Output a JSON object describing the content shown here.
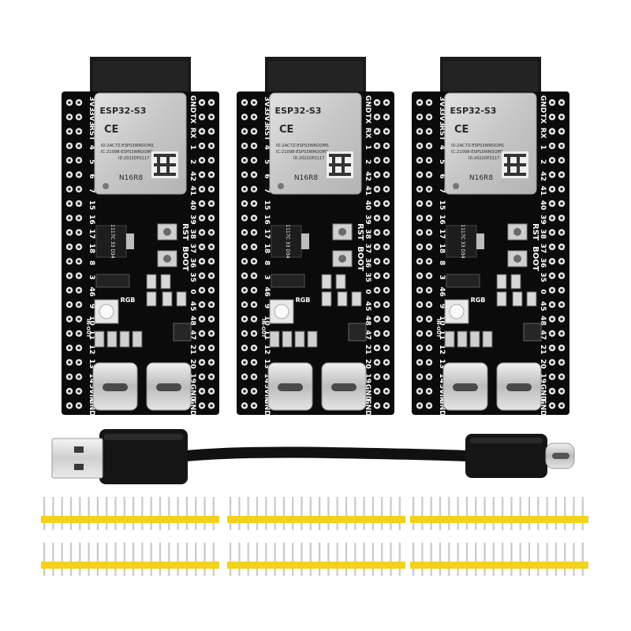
{
  "boards": [
    {
      "module_title": "ESP32-S3",
      "ce_mark": "CE",
      "module_line1": "ID:2AC7Z-ESPS3WROOM1",
      "module_line2": "IC:21098-ESPS3WROOM1",
      "module_line3": "ID:2022DP2117",
      "module_variant": "N16R8",
      "regulator_text": "1117C 33 D34",
      "label_rst": "RST",
      "label_boot": "BOOT",
      "label_rgb": "RGB",
      "label_in_out": "IN-OUT",
      "left_pins": [
        "3V3",
        "3V3",
        "RST",
        "4",
        "5",
        "6",
        "7",
        "15",
        "16",
        "17",
        "18",
        "8",
        "3",
        "46",
        "9",
        "10",
        "11",
        "12",
        "13",
        "14",
        "5Vin",
        "GND"
      ],
      "right_pins": [
        "GND",
        "TX",
        "RX",
        "1",
        "2",
        "42",
        "41",
        "40",
        "39",
        "38",
        "37",
        "36",
        "35",
        "0",
        "45",
        "48",
        "47",
        "21",
        "20",
        "19",
        "GND",
        "GND"
      ]
    },
    {
      "module_title": "ESP32-S3",
      "ce_mark": "CE",
      "module_line1": "ID:2AC7Z-ESPS3WROOM1",
      "module_line2": "IC:21098-ESPS3WROOM1",
      "module_line3": "ID:2022DP2117",
      "module_variant": "N16R8",
      "regulator_text": "1117C 33 D34",
      "label_rst": "RST",
      "label_boot": "BOOT",
      "label_rgb": "RGB",
      "label_in_out": "IN-OUT",
      "left_pins": [
        "3V3",
        "3V3",
        "RST",
        "4",
        "5",
        "6",
        "7",
        "15",
        "16",
        "17",
        "18",
        "8",
        "3",
        "46",
        "9",
        "10",
        "11",
        "12",
        "13",
        "14",
        "5Vin",
        "GND"
      ],
      "right_pins": [
        "GND",
        "TX",
        "RX",
        "1",
        "2",
        "42",
        "41",
        "40",
        "39",
        "38",
        "37",
        "36",
        "35",
        "0",
        "45",
        "48",
        "47",
        "21",
        "20",
        "19",
        "GND",
        "GND"
      ]
    },
    {
      "module_title": "ESP32-S3",
      "ce_mark": "CE",
      "module_line1": "ID:2AC7Z-ESPS3WROOM1",
      "module_line2": "IC:21098-ESPS3WROOM1",
      "module_line3": "ID:2022DP2117",
      "module_variant": "N16R8",
      "regulator_text": "1117C 33 D34",
      "label_rst": "RST",
      "label_boot": "BOOT",
      "label_rgb": "RGB",
      "label_in_out": "IN-OUT",
      "left_pins": [
        "3V3",
        "3V3",
        "RST",
        "4",
        "5",
        "6",
        "7",
        "15",
        "16",
        "17",
        "18",
        "8",
        "3",
        "46",
        "9",
        "10",
        "11",
        "12",
        "13",
        "14",
        "5Vin",
        "GND"
      ],
      "right_pins": [
        "GND",
        "TX",
        "RX",
        "1",
        "2",
        "42",
        "41",
        "40",
        "39",
        "38",
        "37",
        "36",
        "35",
        "0",
        "45",
        "48",
        "47",
        "21",
        "20",
        "19",
        "GND",
        "GND"
      ]
    }
  ],
  "cable": {
    "type": "USB-A to USB-C",
    "color": "#111111"
  },
  "header_strips": {
    "count": 6,
    "pins_per_strip": 40,
    "plastic_color": "#f2d21b",
    "pin_color": "#c9c9c9"
  },
  "colors": {
    "pcb": "#0b0b0b",
    "module_shield": "#cfcfcf",
    "antenna": "#1a1a1a",
    "silkscreen": "#ffffff",
    "background": "#ffffff"
  }
}
